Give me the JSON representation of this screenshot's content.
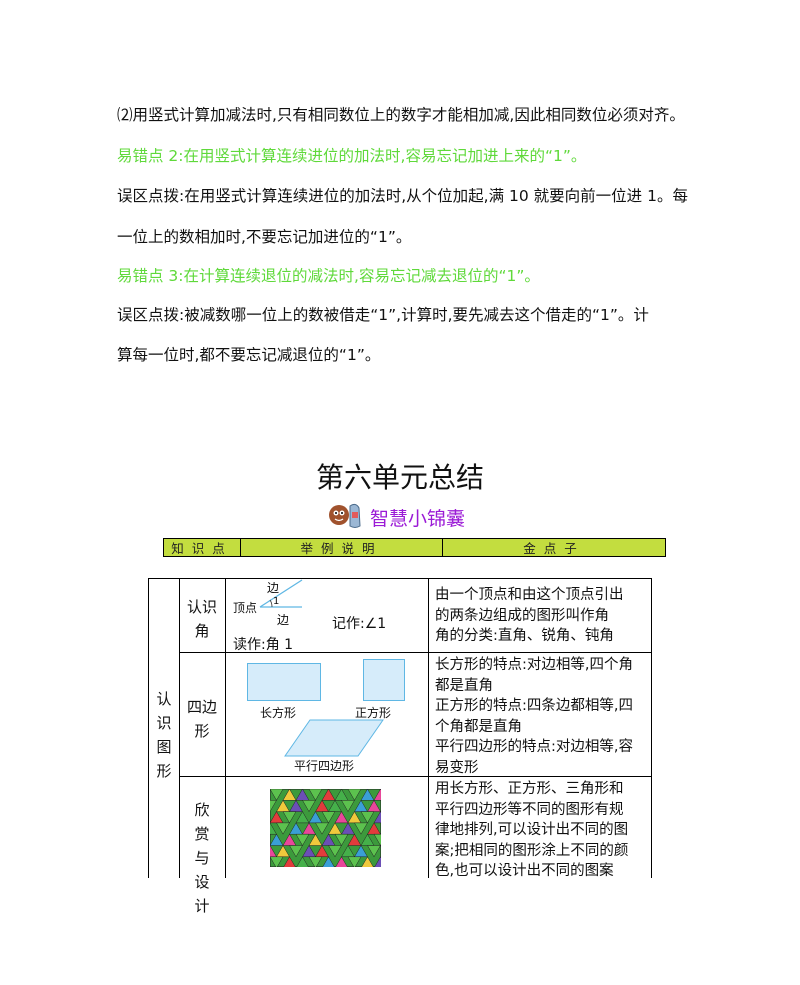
{
  "paragraphs": [
    {
      "text": "⑵用竖式计算加减法时,只有相同数位上的数字才能相加减,因此相同数位必须对齐。",
      "style": "normal"
    },
    {
      "text": "易错点 2:在用竖式计算连续进位的加法时,容易忘记加进上来的“1”。",
      "style": "green"
    },
    {
      "text": "误区点拨:在用竖式计算连续进位的加法时,从个位加起,满 10 就要向前一位进 1。每",
      "style": "normal"
    },
    {
      "text": "一位上的数相加时,不要忘记加进位的“1”。",
      "style": "normal"
    },
    {
      "text": "易错点 3:在计算连续退位的减法时,容易忘记减去退位的“1”。",
      "style": "green"
    },
    {
      "text": "误区点拨:被减数哪一位上的数被借走“1”,计算时,要先减去这个借走的“1”。计",
      "style": "normal"
    },
    {
      "text": "算每一位时,都不要忘记减退位的“1”。",
      "style": "normal"
    }
  ],
  "section_title": "第六单元总结",
  "subtitle": "智慧小锦囊",
  "header": [
    "知识点",
    "举例说明",
    "金点子"
  ],
  "category": "认识图形",
  "rows": [
    {
      "topic": "认识角",
      "example": {
        "side_label": "边",
        "vertex_label": "顶点",
        "angle_mark": "1",
        "write_as": "记作:∠1",
        "read_as": "读作:角 1"
      },
      "description": "由一个顶点和由这个顶点引出的两条边组成的图形叫作角角的分类:直角、锐角、钝角"
    },
    {
      "topic": "四边形",
      "example": {
        "rectangle": "长方形",
        "square": "正方形",
        "parallelogram": "平行四边形"
      },
      "description": "长方形的特点:对边相等,四个角都是直角正方形的特点:四条边都相等,四个角都是直角平行四边形的特点:对边相等,容易变形"
    },
    {
      "topic": "欣赏与设计",
      "example": {
        "pattern": "tessellation-pattern"
      },
      "description": "用长方形、正方形、三角形和平行四边形等不同的图形有规律地排列,可以设计出不同的图案;把相同的图形涂上不同的颜色,也可以设计出不同的图案"
    }
  ],
  "description_lines": [
    [
      "由一个顶点和由这个顶点引出",
      "的两条边组成的图形叫作角",
      "角的分类:直角、锐角、钝角"
    ],
    [
      "长方形的特点:对边相等,四个角",
      "都是直角",
      "正方形的特点:四条边都相等,四",
      "个角都是直角",
      "平行四边形的特点:对边相等,容",
      "易变形"
    ],
    [
      "用长方形、正方形、三角形和",
      "平行四边形等不同的图形有规",
      "律地排列,可以设计出不同的图",
      "案;把相同的图形涂上不同的颜",
      "色,也可以设计出不同的图案"
    ]
  ],
  "colors": {
    "green_text": "#5fd93a",
    "purple_subtitle": "#9b1bd6",
    "header_bar": "#c3dd3f",
    "shape_fill": "#d6ecfa",
    "shape_border": "#5fb7e4"
  }
}
